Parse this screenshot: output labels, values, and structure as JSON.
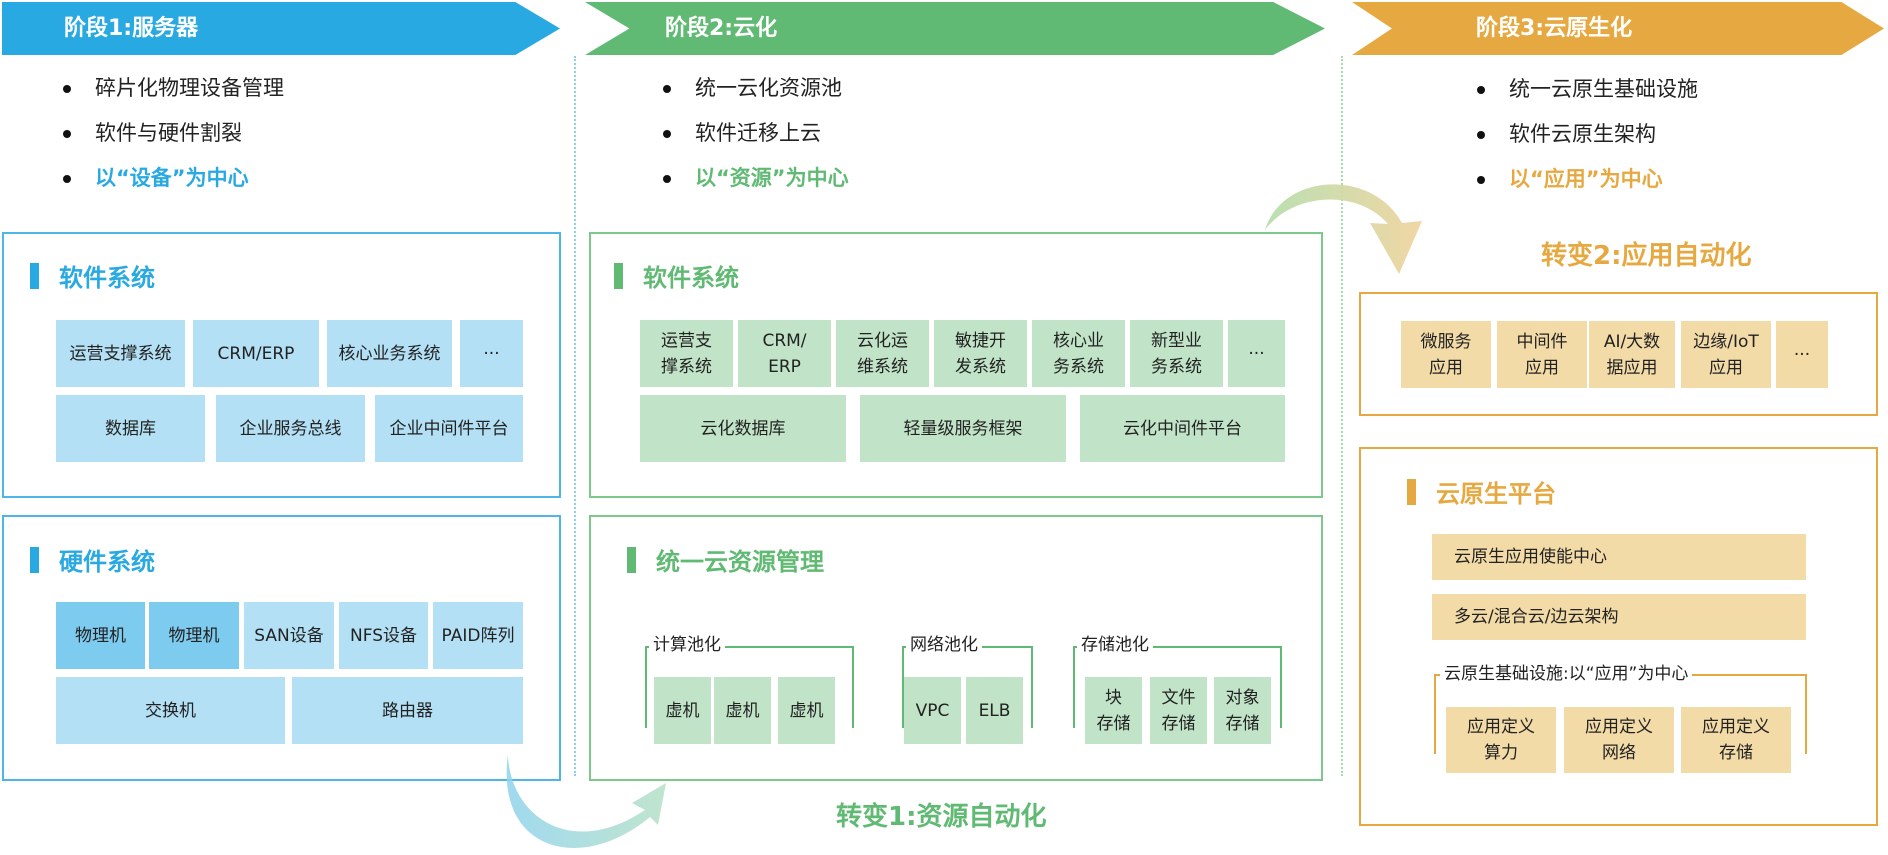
{
  "colors": {
    "stage1": "#29a9e1",
    "stage2": "#60ba73",
    "stage3": "#e6a941",
    "text": "#222222"
  },
  "stages": [
    {
      "title": "阶段1:服务器",
      "bullets": [
        "碎片化物理设备管理",
        "软件与硬件割裂",
        "以“设备”为中心"
      ],
      "software": {
        "title": "软件系统",
        "row1": [
          "运营支撑系统",
          "CRM/ERP",
          "核心业务系统",
          "···"
        ],
        "row2": [
          "数据库",
          "企业服务总线",
          "企业中间件平台"
        ]
      },
      "hardware": {
        "title": "硬件系统",
        "row1": [
          "物理机",
          "物理机",
          "SAN设备",
          "NFS设备",
          "PAID阵列"
        ],
        "row2": [
          "交换机",
          "路由器"
        ]
      }
    },
    {
      "title": "阶段2:云化",
      "bullets": [
        "统一云化资源池",
        "软件迁移上云",
        "以“资源”为中心"
      ],
      "software": {
        "title": "软件系统",
        "row1": [
          "运营支\n撑系统",
          "CRM/\nERP",
          "云化运\n维系统",
          "敏捷开\n发系统",
          "核心业\n务系统",
          "新型业\n务系统",
          "···"
        ],
        "row2": [
          "云化数据库",
          "轻量级服务框架",
          "云化中间件平台"
        ]
      },
      "resources": {
        "title": "统一云资源管理",
        "groups": [
          {
            "label": "计算池化",
            "items": [
              "虚机",
              "虚机",
              "虚机"
            ]
          },
          {
            "label": "网络池化",
            "items": [
              "VPC",
              "ELB"
            ]
          },
          {
            "label": "存储池化",
            "items": [
              "块\n存储",
              "文件\n存储",
              "对象\n存储"
            ]
          }
        ]
      }
    },
    {
      "title": "阶段3:云原生化",
      "bullets": [
        "统一云原生基础设施",
        "软件云原生架构",
        "以“应用”为中心"
      ],
      "apps": [
        "微服务\n应用",
        "中间件\n应用",
        "AI/大数\n据应用",
        "边缘/IoT\n应用",
        "···"
      ],
      "platform": {
        "title": "云原生平台",
        "rows": [
          "云原生应用使能中心",
          "多云/混合云/边云架构"
        ],
        "infra_label": "云原生基础设施:以“应用”为中心",
        "infra_items": [
          "应用定义\n算力",
          "应用定义\n网络",
          "应用定义\n存储"
        ]
      }
    }
  ],
  "transitions": [
    {
      "label": "转变1:资源自动化"
    },
    {
      "label": "转变2:应用自动化"
    }
  ]
}
